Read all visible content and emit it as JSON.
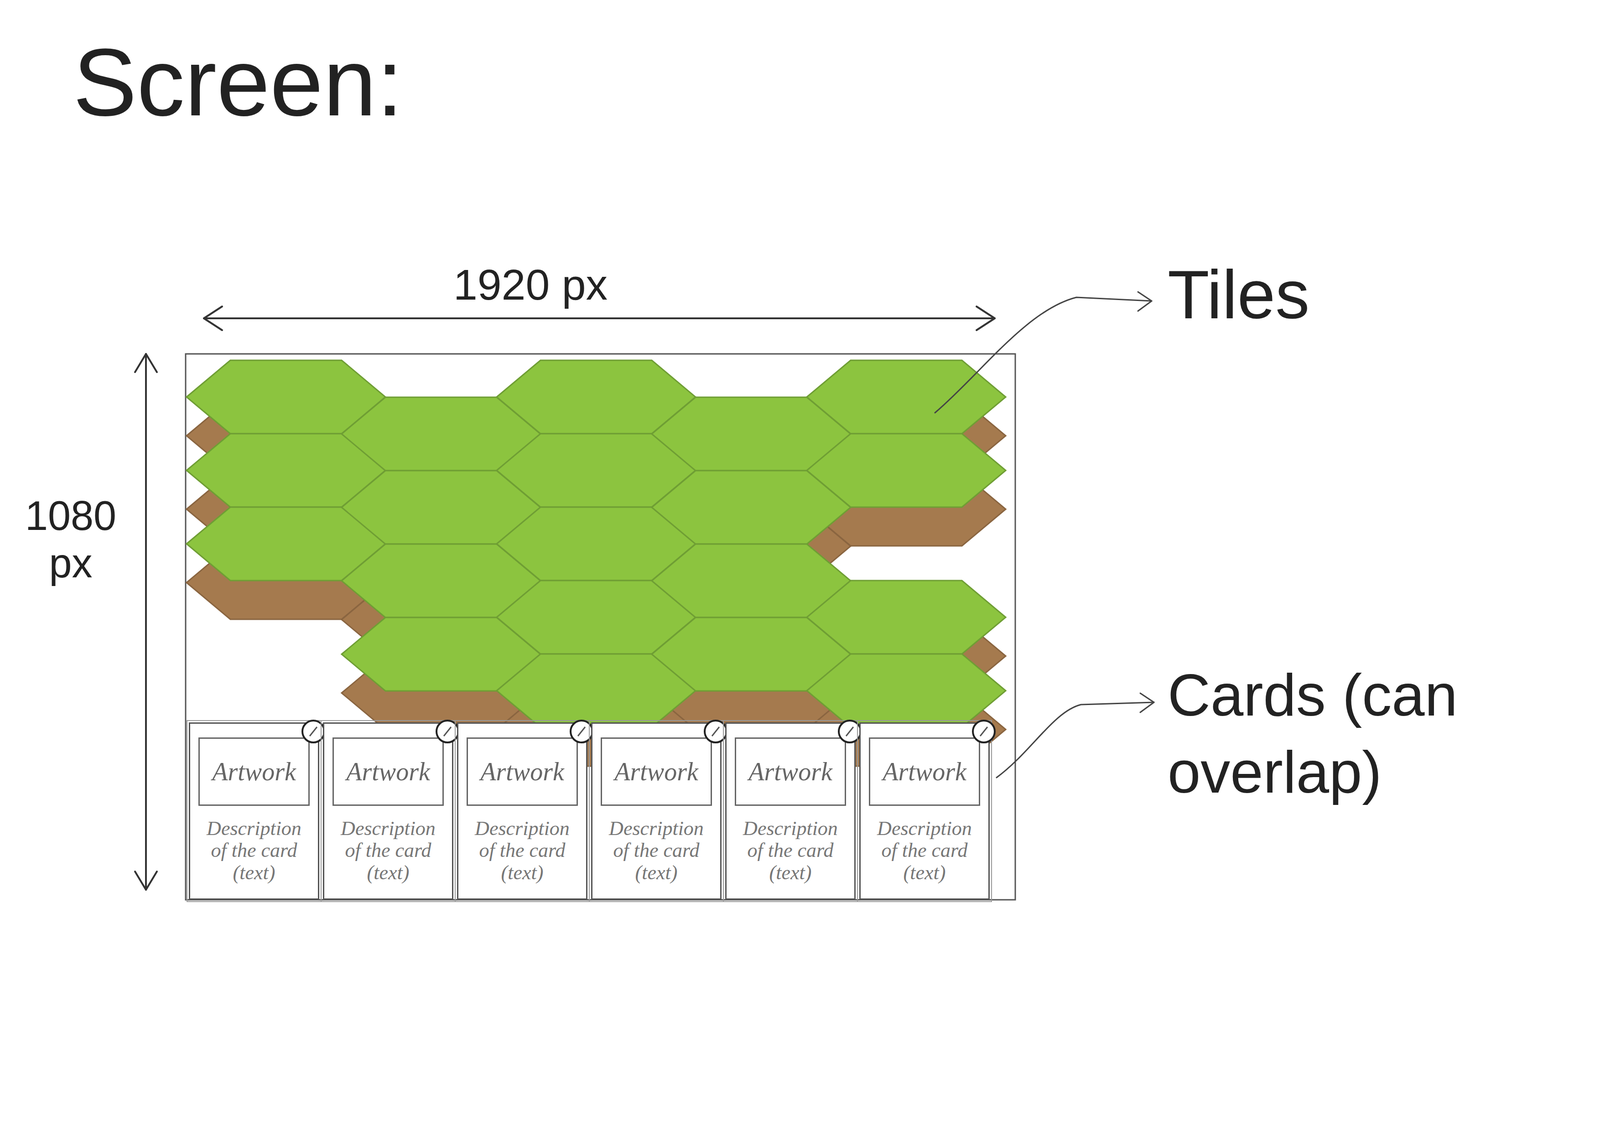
{
  "diagram": {
    "title": "Screen:",
    "nodes": [
      {
        "text": [
          "Description of the card (text)"
        ]
      },
      {
        "text": [
          "Artwork"
        ],
        "in": 0
      },
      {
        "text": [
          "Description of the card (text)"
        ]
      },
      {
        "text": [
          "Artwork"
        ],
        "in": 2
      },
      {
        "text": [
          "Description of the card (text)"
        ]
      },
      {
        "text": [
          "Artwork"
        ],
        "in": 4
      },
      {
        "text": [
          "Description of the card (text)"
        ]
      },
      {
        "text": [
          "Artwork"
        ],
        "in": 6
      },
      {
        "text": [
          "Description of the card (text)"
        ]
      },
      {
        "text": [
          "Artwork"
        ],
        "in": 8
      },
      {
        "text": [
          "Description of the card (text)"
        ]
      },
      {
        "text": [
          "Artwork"
        ],
        "in": 10
      }
    ],
    "labels": [
      "1920 px",
      "1080 px",
      "Tiles",
      "Cards (can overlap)"
    ]
  }
}
